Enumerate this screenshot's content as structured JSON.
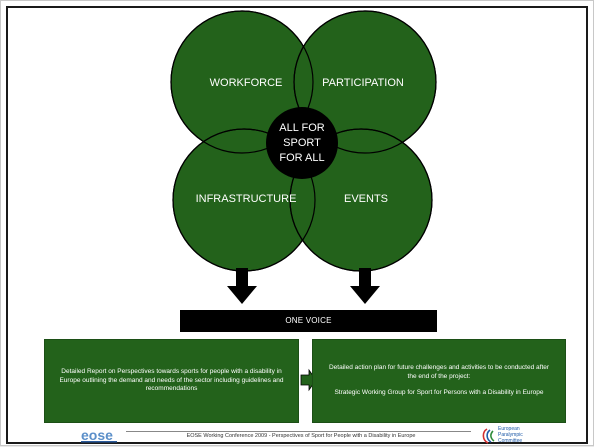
{
  "diagram": {
    "circles": [
      {
        "label": "WORKFORCE"
      },
      {
        "label": "PARTICIPATION"
      },
      {
        "label": "INFRASTRUCTURE"
      },
      {
        "label": "EVENTS"
      }
    ],
    "center": {
      "line1": "ALL FOR",
      "line2": "SPORT",
      "line3": "FOR ALL"
    },
    "one_voice": "ONE VOICE",
    "left_box": {
      "text": "Detailed Report on Perspectives towards sports for people with a disability in Europe outlining the demand and needs of the sector including guidelines and recommendations"
    },
    "right_box": {
      "line1": "Detailed action plan for future challenges and activities to be conducted after the end of the project:",
      "line2": "Strategic Working Group for Sport for Persons with a Disability in Europe"
    },
    "colors": {
      "circle_fill": "#23621b",
      "circle_stroke": "#000000",
      "center_fill": "#000000",
      "box_fill": "#23621b"
    }
  },
  "footer": {
    "conference": "EOSE Working Conference 2009 - Perspectives of Sport for People with a Disability in Europe",
    "eose_logo_text": "eose",
    "epc_line1": "European",
    "epc_line2": "Paralympic",
    "epc_line3": "Committee"
  }
}
